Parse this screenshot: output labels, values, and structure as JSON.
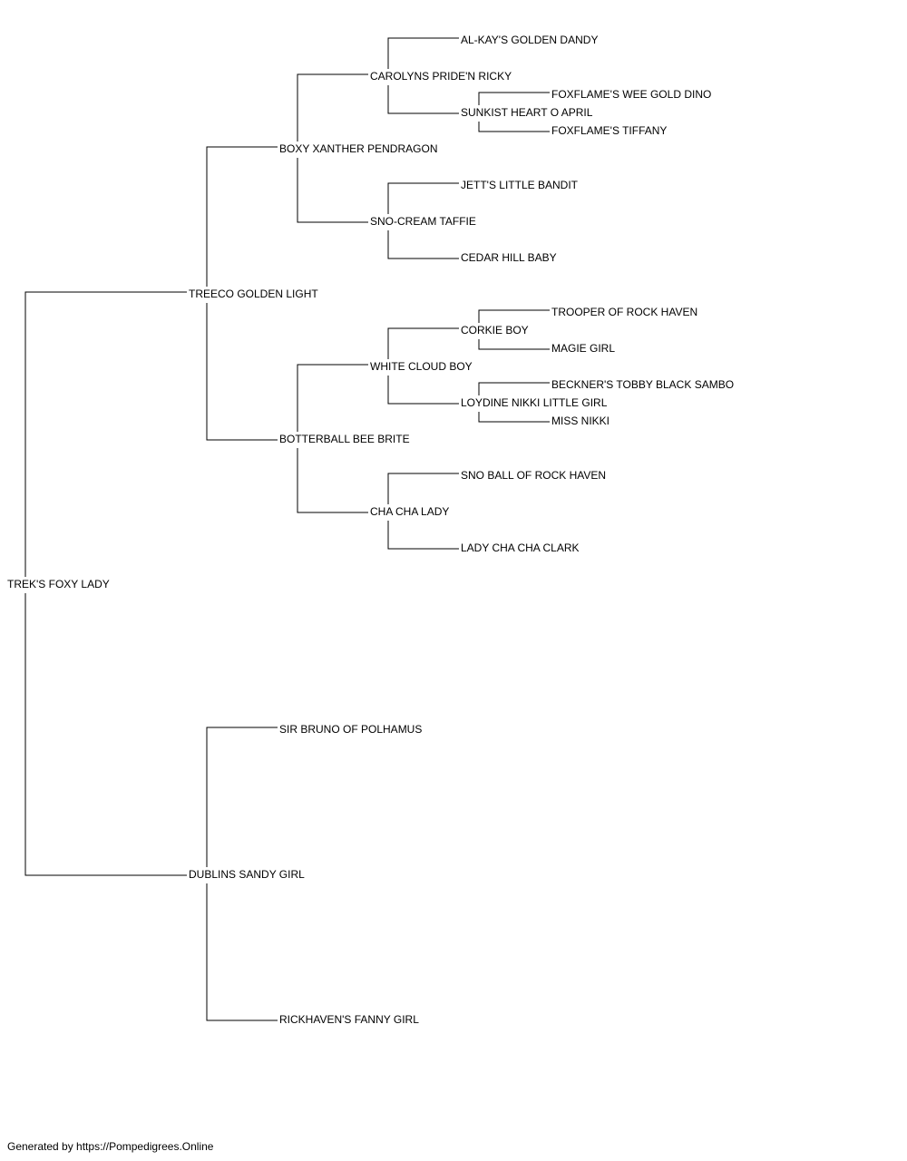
{
  "pedigree": {
    "name": "TREK'S FOXY LADY",
    "sire": {
      "name": "TREECO GOLDEN LIGHT",
      "sire": {
        "name": "BOXY XANTHER PENDRAGON",
        "sire": {
          "name": "CAROLYNS PRIDE'N RICKY",
          "sire": {
            "name": "AL-KAY'S GOLDEN DANDY"
          },
          "dam": {
            "name": "SUNKIST HEART O APRIL",
            "sire": {
              "name": "FOXFLAME'S WEE GOLD DINO"
            },
            "dam": {
              "name": "FOXFLAME'S TIFFANY"
            }
          }
        },
        "dam": {
          "name": "SNO-CREAM TAFFIE",
          "sire": {
            "name": "JETT'S LITTLE BANDIT"
          },
          "dam": {
            "name": "CEDAR HILL BABY"
          }
        }
      },
      "dam": {
        "name": "BOTTERBALL BEE BRITE",
        "sire": {
          "name": "WHITE CLOUD BOY",
          "sire": {
            "name": "CORKIE BOY",
            "sire": {
              "name": "TROOPER OF ROCK HAVEN"
            },
            "dam": {
              "name": "MAGIE GIRL"
            }
          },
          "dam": {
            "name": "LOYDINE NIKKI LITTLE GIRL",
            "sire": {
              "name": "BECKNER'S TOBBY BLACK SAMBO"
            },
            "dam": {
              "name": "MISS NIKKI"
            }
          }
        },
        "dam": {
          "name": "CHA CHA LADY",
          "sire": {
            "name": "SNO BALL OF ROCK HAVEN"
          },
          "dam": {
            "name": "LADY CHA CHA CLARK"
          }
        }
      }
    },
    "dam": {
      "name": "DUBLINS SANDY GIRL",
      "sire": {
        "name": "SIR BRUNO OF POLHAMUS"
      },
      "dam": {
        "name": "RICKHAVEN'S FANNY GIRL"
      }
    }
  },
  "footer": {
    "text": "Generated by https://Pompedigrees.Online"
  },
  "colors": {
    "line": "#000000",
    "text": "#000000",
    "background": "#ffffff"
  }
}
